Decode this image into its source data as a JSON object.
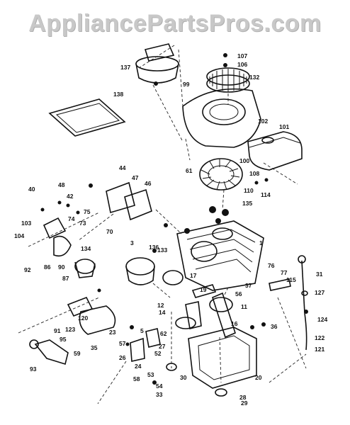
{
  "watermark": "AppliancePartsPros.com",
  "labels": [
    "107",
    "106",
    "132",
    "137",
    "138",
    "99",
    "102",
    "101",
    "100",
    "108",
    "110",
    "114",
    "61",
    "135",
    "48",
    "46",
    "47",
    "44",
    "40",
    "42",
    "103",
    "104",
    "74",
    "73",
    "75",
    "70",
    "92",
    "86",
    "90",
    "87",
    "134",
    "133",
    "136",
    "3",
    "1",
    "76",
    "77",
    "115",
    "31",
    "17",
    "37",
    "19",
    "56",
    "11",
    "127",
    "124",
    "122",
    "121",
    "123",
    "120",
    "91",
    "95",
    "93",
    "59",
    "57",
    "35",
    "23",
    "26",
    "24",
    "58",
    "62",
    "27",
    "28",
    "29",
    "30",
    "20",
    "36",
    "5",
    "14",
    "12",
    "16",
    "52",
    "54",
    "53",
    "33"
  ]
}
